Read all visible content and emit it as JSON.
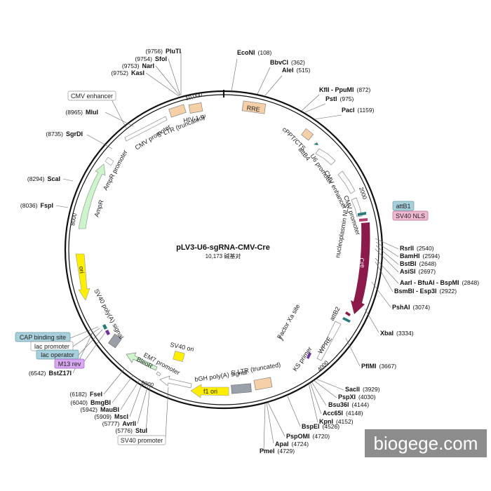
{
  "plasmid": {
    "name": "pLV3-U6-sgRNA-CMV-Cre",
    "size_text": "10,173 碱基对"
  },
  "ticks": {
    "t10000": "10,000",
    "t2000": "2000",
    "t4000": "4000",
    "t6000": "6000",
    "t8000": "8000"
  },
  "sites_right": [
    {
      "name": "EcoNI",
      "pos": "(108)"
    },
    {
      "name": "BbvCI",
      "pos": "(362)"
    },
    {
      "name": "AleI",
      "pos": "(515)"
    },
    {
      "name": "KflI - PpuMI",
      "pos": "(872)"
    },
    {
      "name": "PstI",
      "pos": "(975)"
    },
    {
      "name": "PacI",
      "pos": "(1159)"
    },
    {
      "name": "RsrII",
      "pos": "(2540)"
    },
    {
      "name": "BamHI",
      "pos": "(2594)"
    },
    {
      "name": "BstBI",
      "pos": "(2648)"
    },
    {
      "name": "AsiSI",
      "pos": "(2697)"
    },
    {
      "name": "AarI - BfuAI - BspMI",
      "pos": "(2848)"
    },
    {
      "name": "BsmBI - Esp3I",
      "pos": "(2922)"
    },
    {
      "name": "PshAI",
      "pos": "(3074)"
    },
    {
      "name": "XbaI",
      "pos": "(3334)"
    },
    {
      "name": "PflMI",
      "pos": "(3667)"
    },
    {
      "name": "SacII",
      "pos": "(3929)"
    },
    {
      "name": "PspXI",
      "pos": "(4030)"
    },
    {
      "name": "Bsu36I",
      "pos": "(4144)"
    },
    {
      "name": "Acc65I",
      "pos": "(4148)"
    },
    {
      "name": "KpnI",
      "pos": "(4152)"
    },
    {
      "name": "BspEI",
      "pos": "(4526)"
    },
    {
      "name": "PspOMI",
      "pos": "(4720)"
    },
    {
      "name": "ApaI",
      "pos": "(4724)"
    },
    {
      "name": "PmeI",
      "pos": "(4729)"
    }
  ],
  "sites_left": [
    {
      "name": "PluTI",
      "pos": "(9756)"
    },
    {
      "name": "SfoI",
      "pos": "(9754)"
    },
    {
      "name": "NarI",
      "pos": "(9753)"
    },
    {
      "name": "KasI",
      "pos": "(9752)"
    },
    {
      "name": "MluI",
      "pos": "(8965)"
    },
    {
      "name": "SgrDI",
      "pos": "(8735)"
    },
    {
      "name": "ScaI",
      "pos": "(8294)"
    },
    {
      "name": "FspI",
      "pos": "(8036)"
    },
    {
      "name": "BstZ17I",
      "pos": "(6542)"
    },
    {
      "name": "FseI",
      "pos": "(6182)"
    },
    {
      "name": "BmgBI",
      "pos": "(6040)"
    },
    {
      "name": "MauBI",
      "pos": "(5942)"
    },
    {
      "name": "MscI",
      "pos": "(5909)"
    },
    {
      "name": "AvrII",
      "pos": "(5777)"
    },
    {
      "name": "StuI",
      "pos": "(5776)"
    }
  ],
  "features": {
    "rre": "RRE",
    "cppt": "cPPT/CTS",
    "attb4": "attB4",
    "u6": "U6 promoter",
    "cmv_enh": "CMV enhancer",
    "cmv_prom": "CMV promoter",
    "attb1": "attB1",
    "sv40nls": "SV40 NLS",
    "cre": "Cre",
    "nucleo": "nucleoplasmin NLS",
    "attb2": "attB2",
    "factor_xa": "Factor Xa site",
    "wpre": "WPRE",
    "ks": "KS primer",
    "ltr5": "5' LTR (truncated)",
    "bgh": "bGH poly(A) signal",
    "f1": "f1 ori",
    "sv40ori": "SV40 ori",
    "em7": "EM7 promoter",
    "bleor": "BleoR",
    "sv40polya": "SV40 poly(A) signal",
    "ori": "ori",
    "ampr": "AmpR",
    "ampr_prom": "AmpR promoter",
    "cmv_prom2": "CMV promoter",
    "ltr5b": "5' LTR (truncated)",
    "hiv": "HIV-1 Ψ",
    "cmv_enh_box": "CMV enhancer",
    "cap": "CAP binding site",
    "lac_prom": "lac promoter",
    "lac_op": "lac operator",
    "m13": "M13 rev",
    "sv40_prom_box": "SV40 promoter"
  },
  "watermark": "biogege.com",
  "colors": {
    "cre": "#8B1A4A",
    "ampr": "#ccf5cc",
    "ori": "#ffee00",
    "f1": "#ffee00",
    "ltr": "#f5cfa8",
    "wm_bg": "#8c8c8c"
  }
}
